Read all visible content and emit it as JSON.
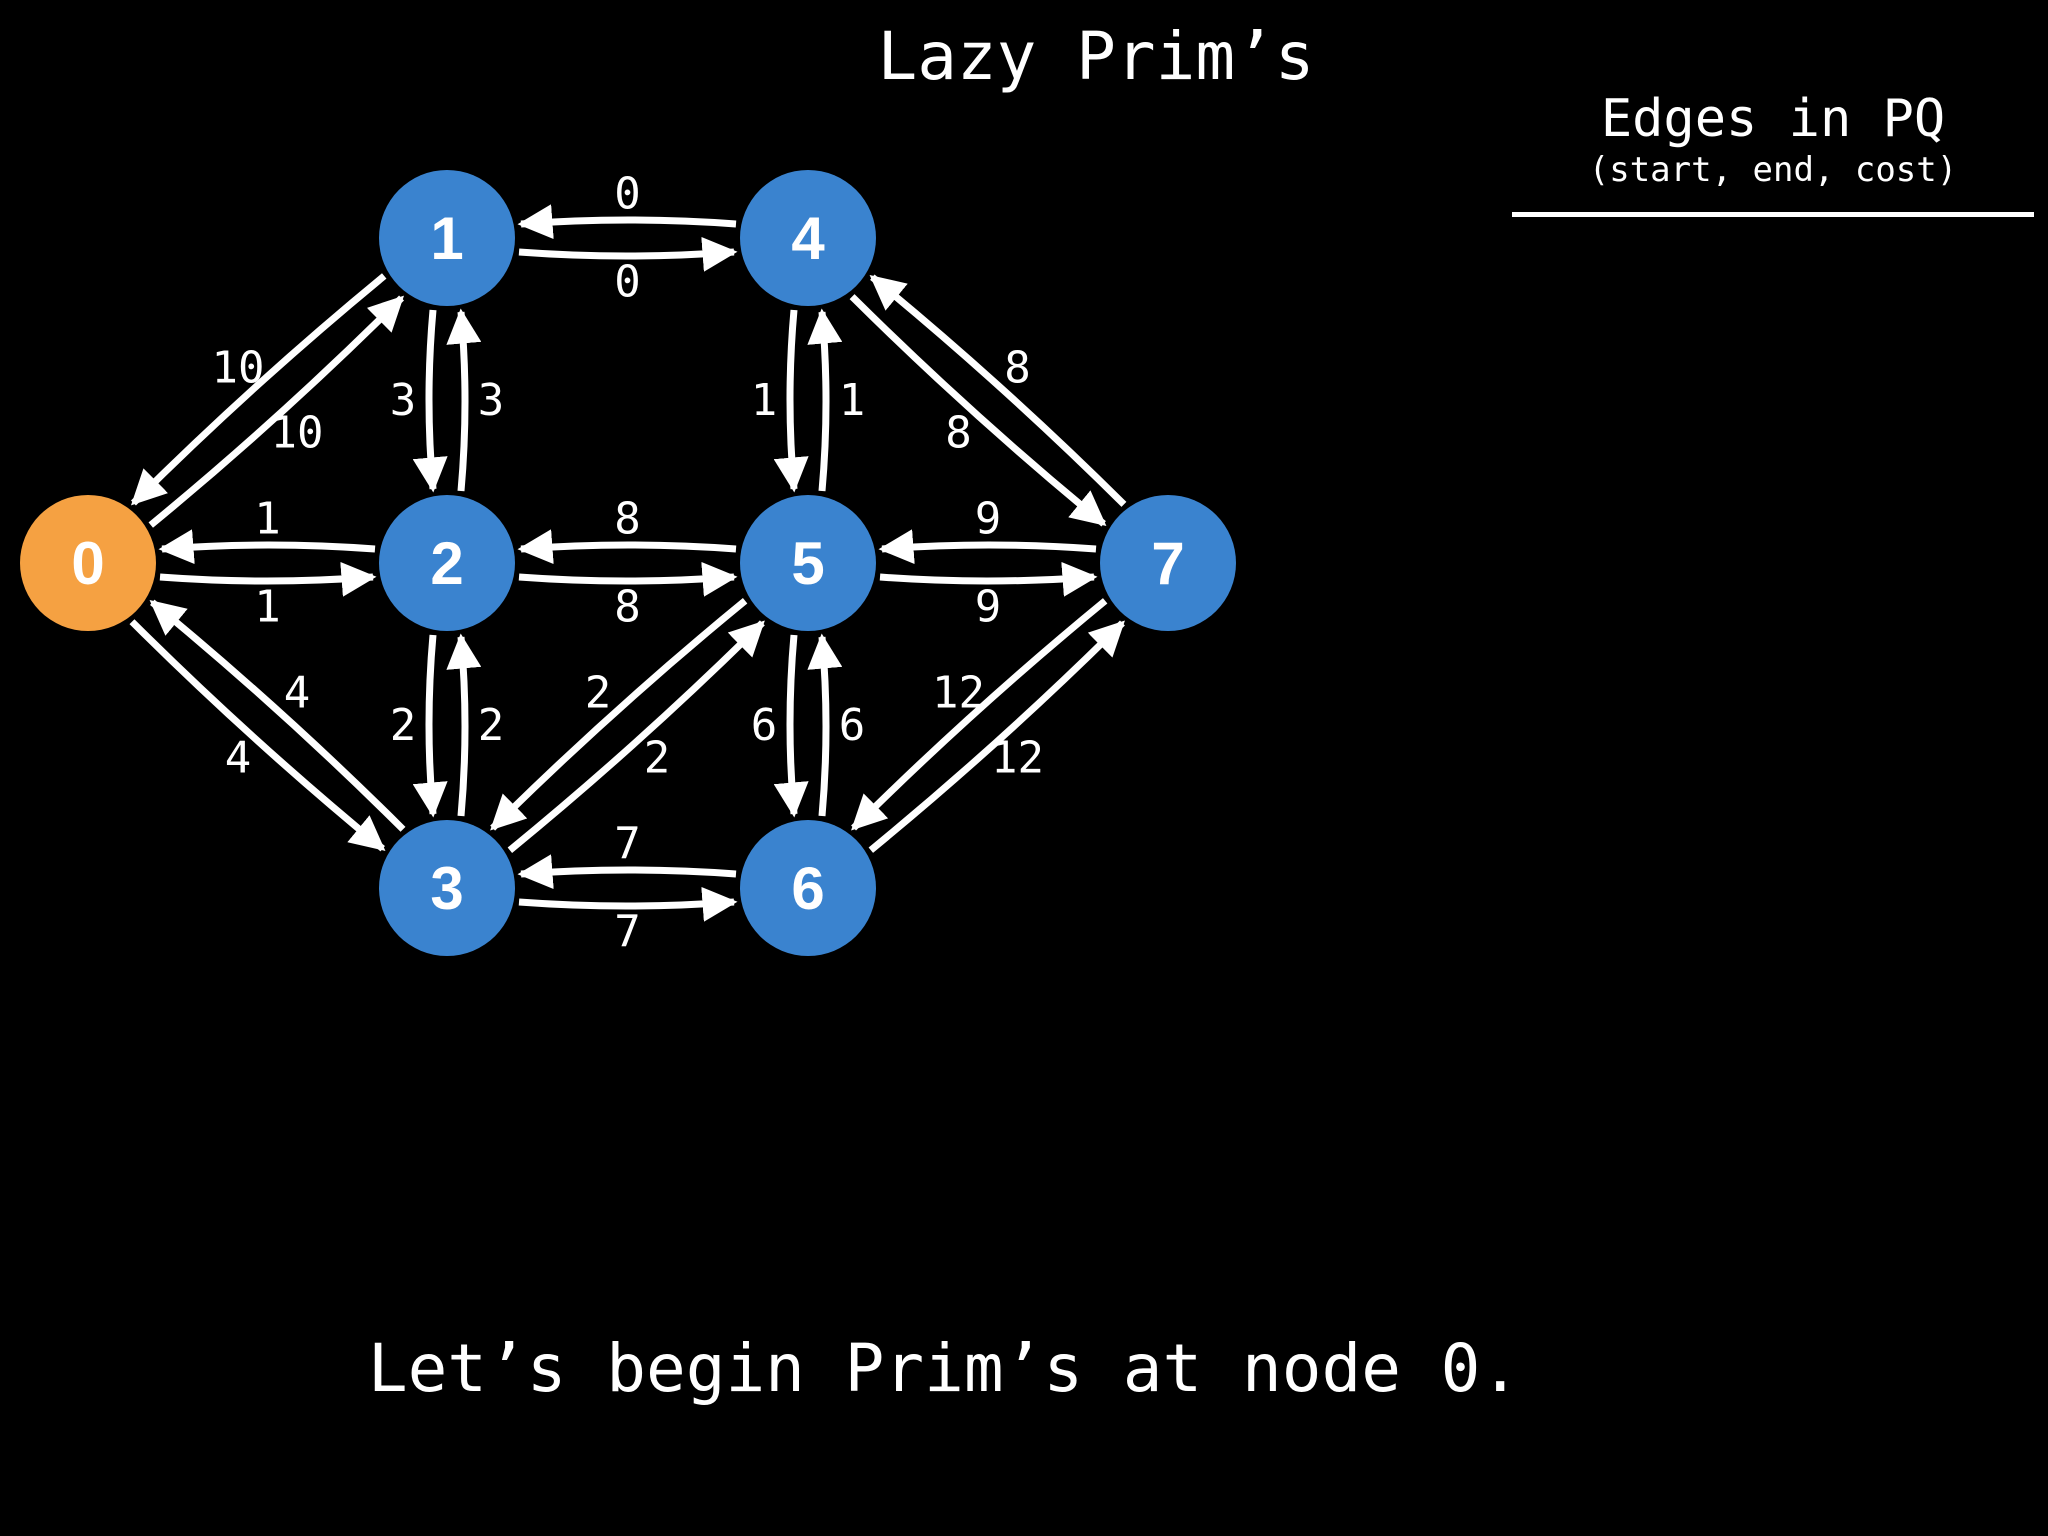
{
  "title": "Lazy Prim’s",
  "pq_panel": {
    "title": "Edges in PQ",
    "subtitle": "(start, end, cost)"
  },
  "caption": "Let’s begin Prim’s at node 0.",
  "colors": {
    "background": "#000000",
    "current_node": "#F5A142",
    "node": "#3A83CF",
    "edge": "#FFFFFF",
    "text": "#FFFFFF"
  },
  "graph": {
    "start_node": "0",
    "nodes": [
      {
        "id": "0",
        "label": "0",
        "state": "current"
      },
      {
        "id": "1",
        "label": "1",
        "state": "unvisited"
      },
      {
        "id": "2",
        "label": "2",
        "state": "unvisited"
      },
      {
        "id": "3",
        "label": "3",
        "state": "unvisited"
      },
      {
        "id": "4",
        "label": "4",
        "state": "unvisited"
      },
      {
        "id": "5",
        "label": "5",
        "state": "unvisited"
      },
      {
        "id": "6",
        "label": "6",
        "state": "unvisited"
      },
      {
        "id": "7",
        "label": "7",
        "state": "unvisited"
      }
    ],
    "edges": [
      {
        "from": "0",
        "to": "1",
        "weight": "10"
      },
      {
        "from": "1",
        "to": "0",
        "weight": "10"
      },
      {
        "from": "0",
        "to": "2",
        "weight": "1"
      },
      {
        "from": "2",
        "to": "0",
        "weight": "1"
      },
      {
        "from": "0",
        "to": "3",
        "weight": "4"
      },
      {
        "from": "3",
        "to": "0",
        "weight": "4"
      },
      {
        "from": "1",
        "to": "4",
        "weight": "0"
      },
      {
        "from": "4",
        "to": "1",
        "weight": "0"
      },
      {
        "from": "1",
        "to": "2",
        "weight": "3"
      },
      {
        "from": "2",
        "to": "1",
        "weight": "3"
      },
      {
        "from": "2",
        "to": "5",
        "weight": "8"
      },
      {
        "from": "5",
        "to": "2",
        "weight": "8"
      },
      {
        "from": "2",
        "to": "3",
        "weight": "2"
      },
      {
        "from": "3",
        "to": "2",
        "weight": "2"
      },
      {
        "from": "3",
        "to": "5",
        "weight": "2"
      },
      {
        "from": "5",
        "to": "3",
        "weight": "2"
      },
      {
        "from": "3",
        "to": "6",
        "weight": "7"
      },
      {
        "from": "6",
        "to": "3",
        "weight": "7"
      },
      {
        "from": "4",
        "to": "5",
        "weight": "1"
      },
      {
        "from": "5",
        "to": "4",
        "weight": "1"
      },
      {
        "from": "4",
        "to": "7",
        "weight": "8"
      },
      {
        "from": "7",
        "to": "4",
        "weight": "8"
      },
      {
        "from": "5",
        "to": "7",
        "weight": "9"
      },
      {
        "from": "7",
        "to": "5",
        "weight": "9"
      },
      {
        "from": "5",
        "to": "6",
        "weight": "6"
      },
      {
        "from": "6",
        "to": "5",
        "weight": "6"
      },
      {
        "from": "6",
        "to": "7",
        "weight": "12"
      },
      {
        "from": "7",
        "to": "6",
        "weight": "12"
      }
    ]
  }
}
